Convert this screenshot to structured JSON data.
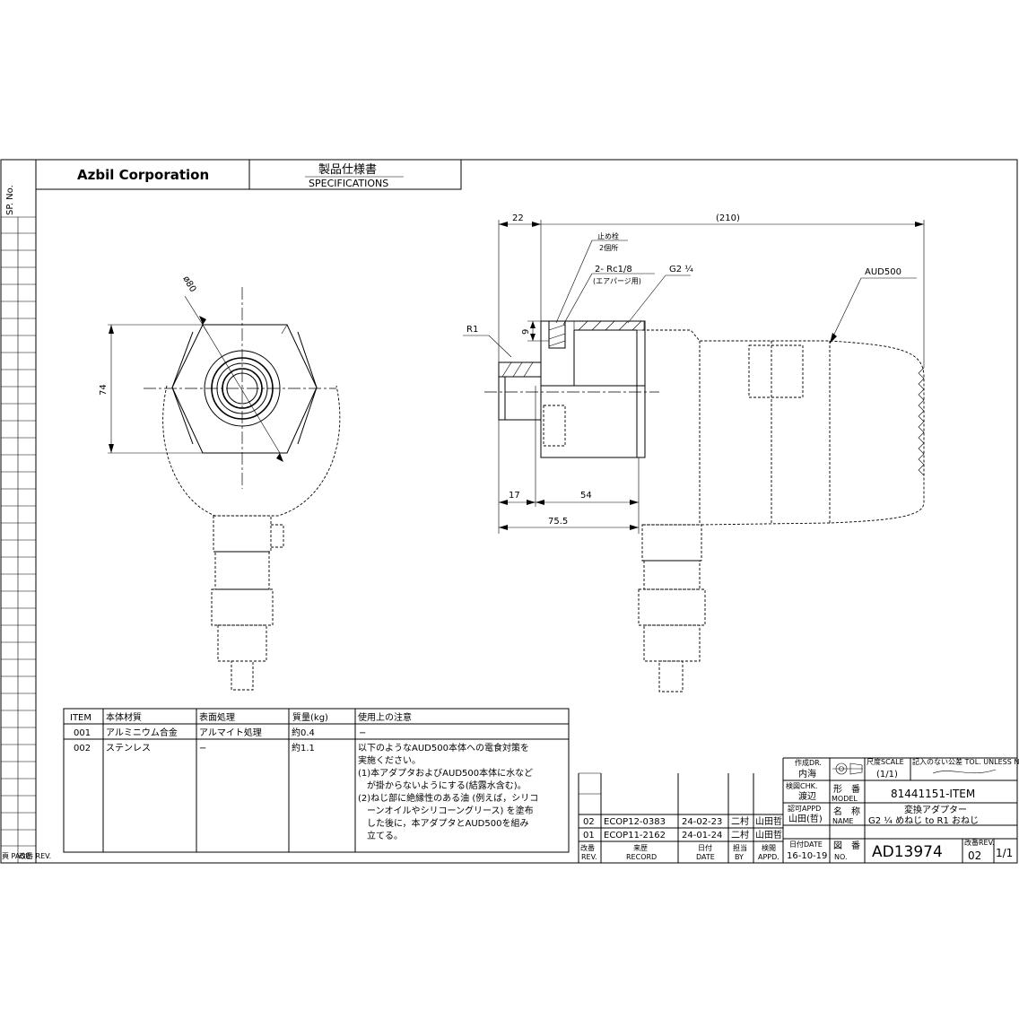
{
  "header": {
    "company": "Azbil Corporation",
    "spec_title_jp": "製品仕様書",
    "spec_title_en": "SPECIFICATIONS"
  },
  "side_margin": {
    "sp_no": "SP. No.",
    "page_label": "頁 PAGE",
    "rev_label": "改番 REV."
  },
  "dimensions": {
    "d80": "ø80",
    "d74": "74",
    "d22": "22",
    "d210": "(210)",
    "d9": "9",
    "d17": "17",
    "d54": "54",
    "d75_5": "75.5"
  },
  "callouts": {
    "stop_plug": "止め栓",
    "stop_plug_count": "2個所",
    "rc_thread": "2- Rc1/8",
    "air_purge": "(エアパージ用)",
    "g2_thread": "G2 ¼",
    "r1": "R1",
    "aud500": "AUD500"
  },
  "materials_table": {
    "headers": [
      "ITEM",
      "本体材質",
      "表面処理",
      "質量(kg)",
      "使用上の注意"
    ],
    "rows": [
      {
        "item": "001",
        "material": "アルミニウム合金",
        "finish": "アルマイト処理",
        "mass": "約0.4",
        "notes": [
          "−"
        ]
      },
      {
        "item": "002",
        "material": "ステンレス",
        "finish": "−",
        "mass": "約1.1",
        "notes": [
          "以下のようなAUD500本体への電食対策を",
          "実施ください。",
          "(1)本アダプタおよびAUD500本体に水など",
          "　が掛からないようにする(結露水含む)。",
          "(2)ねじ部に絶縁性のある油 (例えば，シリコ",
          "　ーンオイルやシリコーングリース) を塗布",
          "　した後に，本アダプタとAUD500を組み",
          "　立てる。"
        ]
      }
    ]
  },
  "revision_table": {
    "rows": [
      {
        "rev": "02",
        "record": "ECOP12-0383",
        "date": "24-02-23",
        "by": "二村",
        "appd": "山田哲"
      },
      {
        "rev": "01",
        "record": "ECOP11-2162",
        "date": "24-01-24",
        "by": "二村",
        "appd": "山田哲"
      }
    ],
    "col_rev": "改番",
    "col_rev_en": "REV.",
    "col_record": "来歴",
    "col_record_en": "RECORD",
    "col_date": "日付",
    "col_date_en": "DATE",
    "col_by": "担当",
    "col_by_en": "BY",
    "col_appd": "検閲",
    "col_appd_en": "APPD."
  },
  "title_block": {
    "dr_label": "作成DR.",
    "dr_name": "内海",
    "chk_label": "検図CHK.",
    "chk_name": "渡辺",
    "appd_label": "認可APPD",
    "appd_name": "山田(哲)",
    "date_label": "日付DATE",
    "date_value": "16-10-19",
    "scale_label": "尺度SCALE",
    "scale_value": "(1/1)",
    "tol_label": "記入のない公差 TOL. UNLESS NOTED",
    "model_label_jp": "形　番",
    "model_label_en": "MODEL",
    "model_value": "81441151-ITEM",
    "name_label_jp": "名　称",
    "name_label_en": "NAME",
    "name_value_1": "変換アダプター",
    "name_value_2": "G2 ¼ めねじ to R1 おねじ",
    "no_label_jp": "図　番",
    "no_label_en": "NO.",
    "drawing_no": "AD13974",
    "rev_label": "改番REV.",
    "rev_value": "02",
    "sheet": "1/1"
  }
}
